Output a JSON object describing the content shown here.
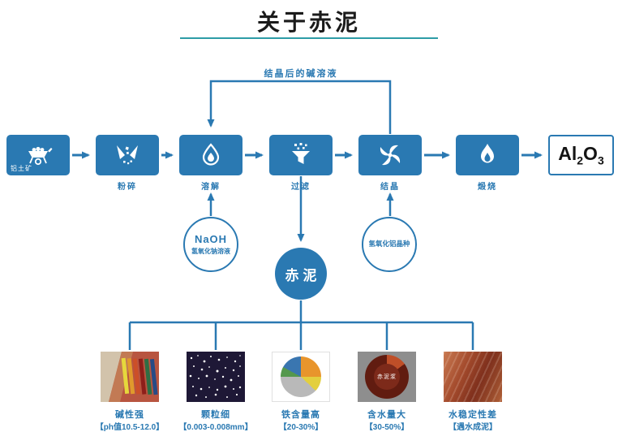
{
  "title": "关于赤泥",
  "colors": {
    "primary_blue": "#2a79b2",
    "accent_teal": "#2e9ca6"
  },
  "flow": {
    "recycle_label": "结晶后的碱溶液",
    "steps": [
      {
        "label": "铝土矿",
        "icon": "wheelbarrow-icon"
      },
      {
        "label": "粉碎",
        "icon": "crusher-icon"
      },
      {
        "label": "溶解",
        "icon": "droplet-icon"
      },
      {
        "label": "过滤",
        "icon": "funnel-icon"
      },
      {
        "label": "结晶",
        "icon": "swirl-icon"
      },
      {
        "label": "煅烧",
        "icon": "flame-icon"
      }
    ],
    "product": {
      "t1": "Al",
      "s1": "2",
      "t2": "O",
      "s2": "3"
    },
    "inputs": {
      "naoh": {
        "line1": "NaOH",
        "line2": "氢氧化钠溶液"
      },
      "seed": {
        "label": "氢氧化铝晶种"
      }
    }
  },
  "redmud": {
    "label": "赤泥",
    "slurry_label": "赤泥浆",
    "properties": [
      {
        "name": "碱性强",
        "value": "【ph值10.5-12.0】",
        "image": "ph-strips-image"
      },
      {
        "name": "颗粒细",
        "value": "【0.003-0.008mm】",
        "image": "fine-particles-image"
      },
      {
        "name": "铁含量高",
        "value": "【20-30%】",
        "image": "iron-pie-chart-image"
      },
      {
        "name": "含水量大",
        "value": "【30-50%】",
        "image": "water-donut-chart-image"
      },
      {
        "name": "水稳定性差",
        "value": "【遇水成泥】",
        "image": "red-soil-image"
      }
    ]
  }
}
